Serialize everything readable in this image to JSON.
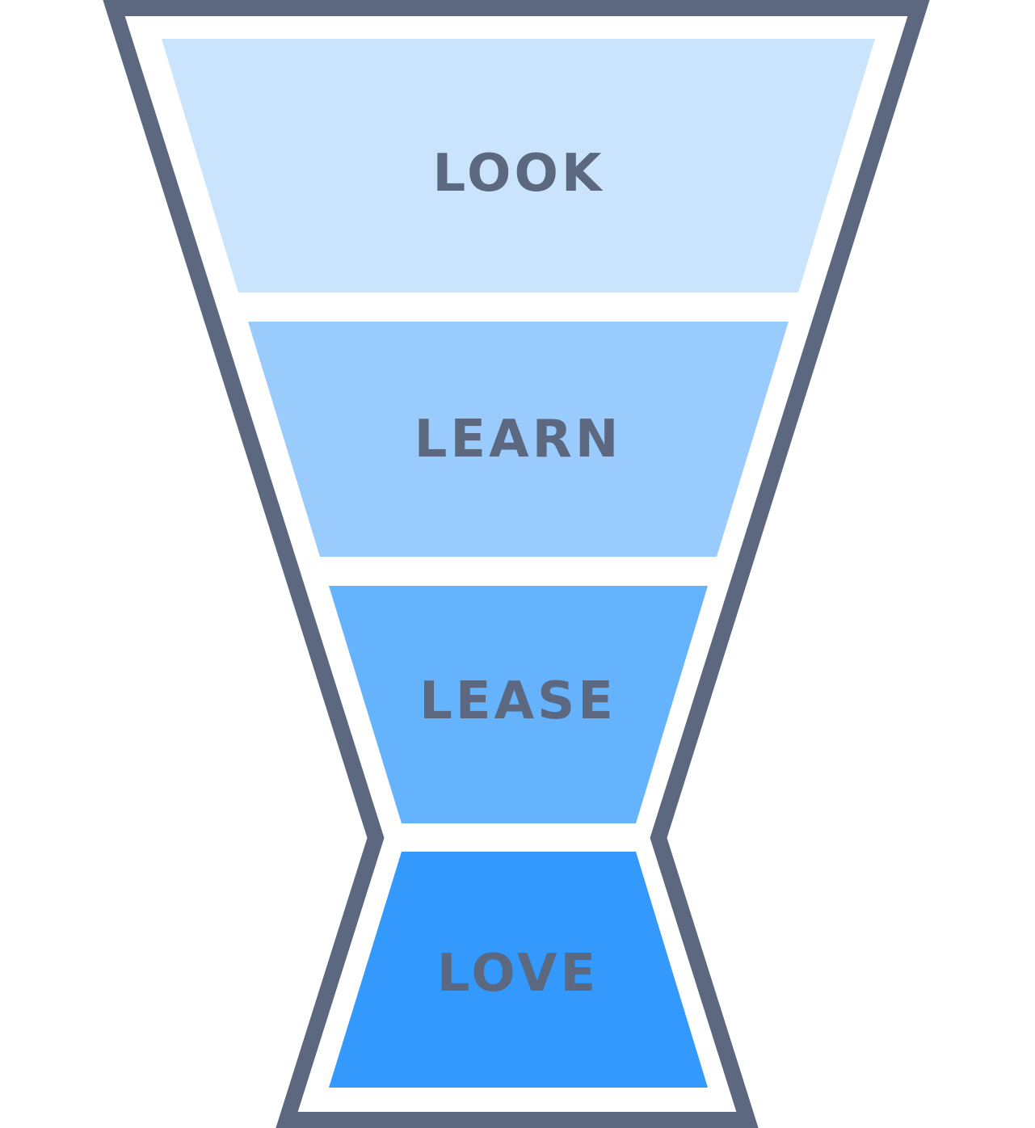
{
  "colors": {
    "outline": "#5b6880",
    "label": "#5b6880",
    "background": "#ffffff"
  },
  "stages": [
    {
      "label": "LOOK",
      "fill": "#cbe4fd"
    },
    {
      "label": "LEARN",
      "fill": "#99cbfd"
    },
    {
      "label": "LEASE",
      "fill": "#65b2fd"
    },
    {
      "label": "LOVE",
      "fill": "#3399fc"
    }
  ]
}
